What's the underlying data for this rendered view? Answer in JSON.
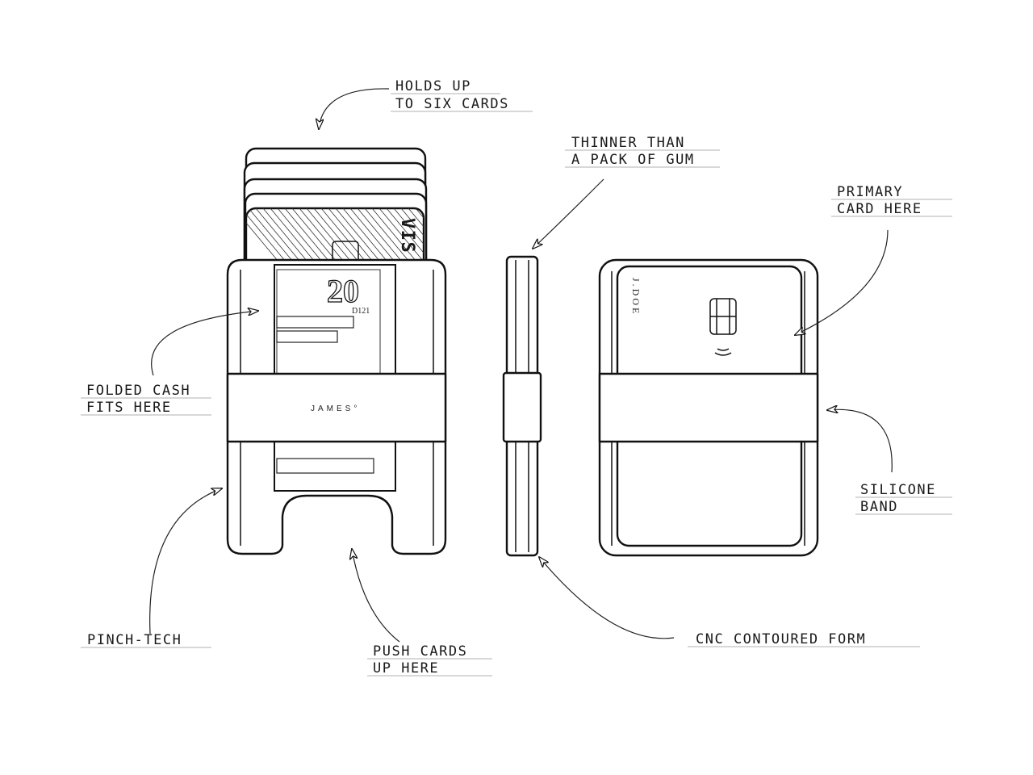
{
  "labels": {
    "holds": [
      "HOLDS UP",
      "TO SIX CARDS"
    ],
    "thinner": [
      "THINNER THAN",
      "A PACK OF GUM"
    ],
    "primary": [
      "PRIMARY",
      "CARD HERE"
    ],
    "cash": [
      "FOLDED CASH",
      "FITS HERE"
    ],
    "silicone": [
      "SILICONE",
      "BAND"
    ],
    "pinch": "PINCH-TECH",
    "push": [
      "PUSH CARDS",
      "UP HERE"
    ],
    "cnc": "CNC CONTOURED FORM"
  },
  "wallet": {
    "brand": "JAMES°",
    "card_name": "J.DOE",
    "card_network": "VIS",
    "bill_value": "20",
    "bill_serial": "D121"
  }
}
